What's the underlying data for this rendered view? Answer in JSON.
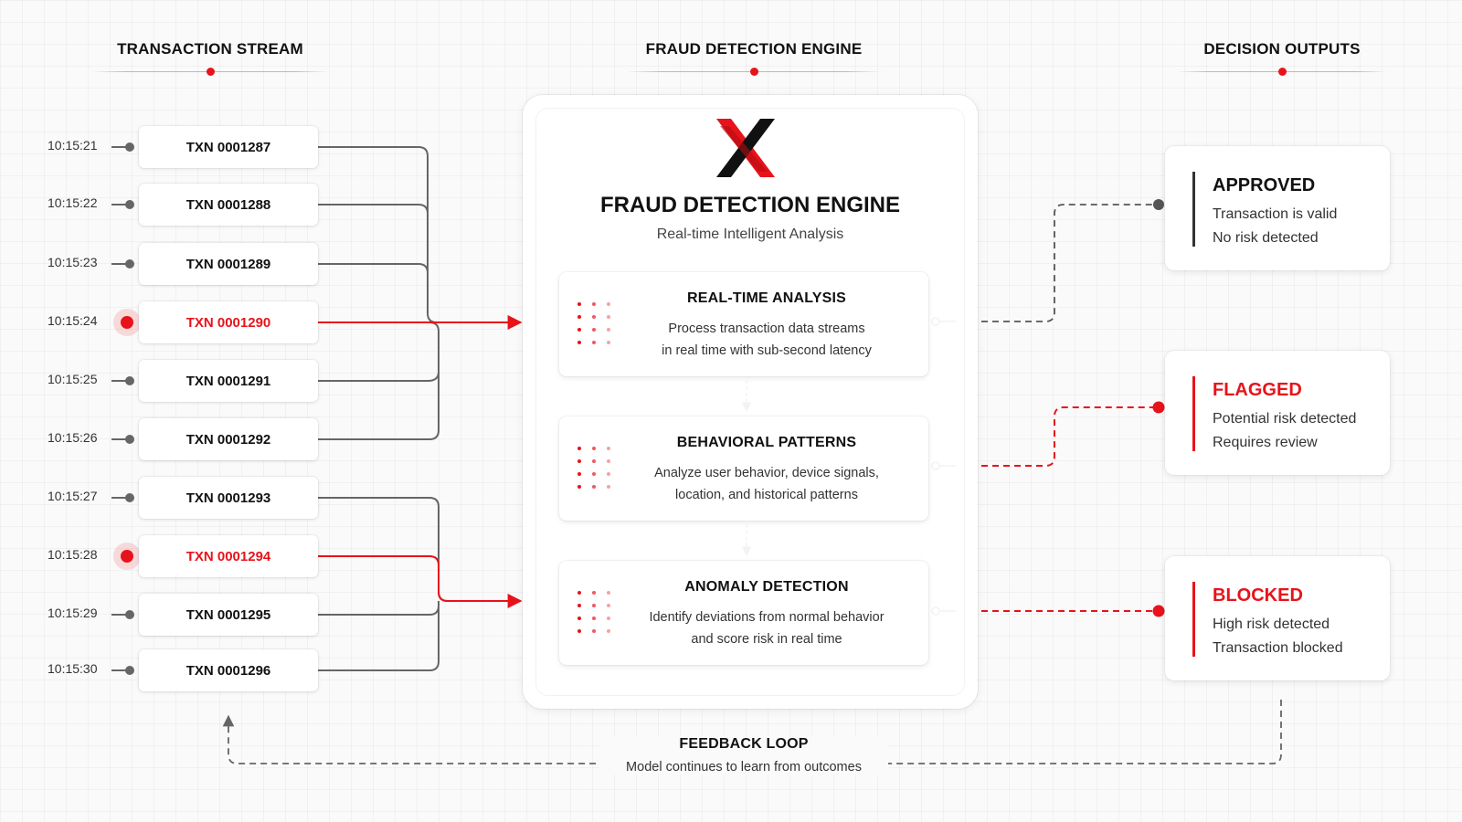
{
  "headers": {
    "stream": "TRANSACTION STREAM",
    "engine": "FRAUD DETECTION ENGINE",
    "outputs": "DECISION OUTPUTS"
  },
  "transactions": [
    {
      "time": "10:15:21",
      "id": "TXN 0001287",
      "risk": false
    },
    {
      "time": "10:15:22",
      "id": "TXN 0001288",
      "risk": false
    },
    {
      "time": "10:15:23",
      "id": "TXN 0001289",
      "risk": false
    },
    {
      "time": "10:15:24",
      "id": "TXN 0001290",
      "risk": true
    },
    {
      "time": "10:15:25",
      "id": "TXN 0001291",
      "risk": false
    },
    {
      "time": "10:15:26",
      "id": "TXN 0001292",
      "risk": false
    },
    {
      "time": "10:15:27",
      "id": "TXN 0001293",
      "risk": false
    },
    {
      "time": "10:15:28",
      "id": "TXN 0001294",
      "risk": true
    },
    {
      "time": "10:15:29",
      "id": "TXN 0001295",
      "risk": false
    },
    {
      "time": "10:15:30",
      "id": "TXN 0001296",
      "risk": false
    }
  ],
  "engine": {
    "logo_icon": "x-logo-icon",
    "title": "FRAUD DETECTION ENGINE",
    "subtitle": "Real-time Intelligent Analysis",
    "modules": [
      {
        "title": "REAL-TIME ANALYSIS",
        "line1": "Process transaction data streams",
        "line2": "in real time with sub-second latency"
      },
      {
        "title": "BEHAVIORAL PATTERNS",
        "line1": "Analyze user behavior, device signals,",
        "line2": "location, and historical patterns"
      },
      {
        "title": "ANOMALY DETECTION",
        "line1": "Identify deviations from normal behavior",
        "line2": "and score risk in real time"
      }
    ]
  },
  "decisions": [
    {
      "title": "APPROVED",
      "line1": "Transaction is valid",
      "line2": "No risk detected",
      "risk": false
    },
    {
      "title": "FLAGGED",
      "line1": "Potential risk detected",
      "line2": "Requires review",
      "risk": true
    },
    {
      "title": "BLOCKED",
      "line1": "High risk detected",
      "line2": "Transaction blocked",
      "risk": true
    }
  ],
  "feedback": {
    "title": "FEEDBACK LOOP",
    "desc": "Model continues to learn from outcomes"
  },
  "colors": {
    "accent": "#e8131a",
    "neutral_line": "#666666",
    "text": "#111111"
  }
}
